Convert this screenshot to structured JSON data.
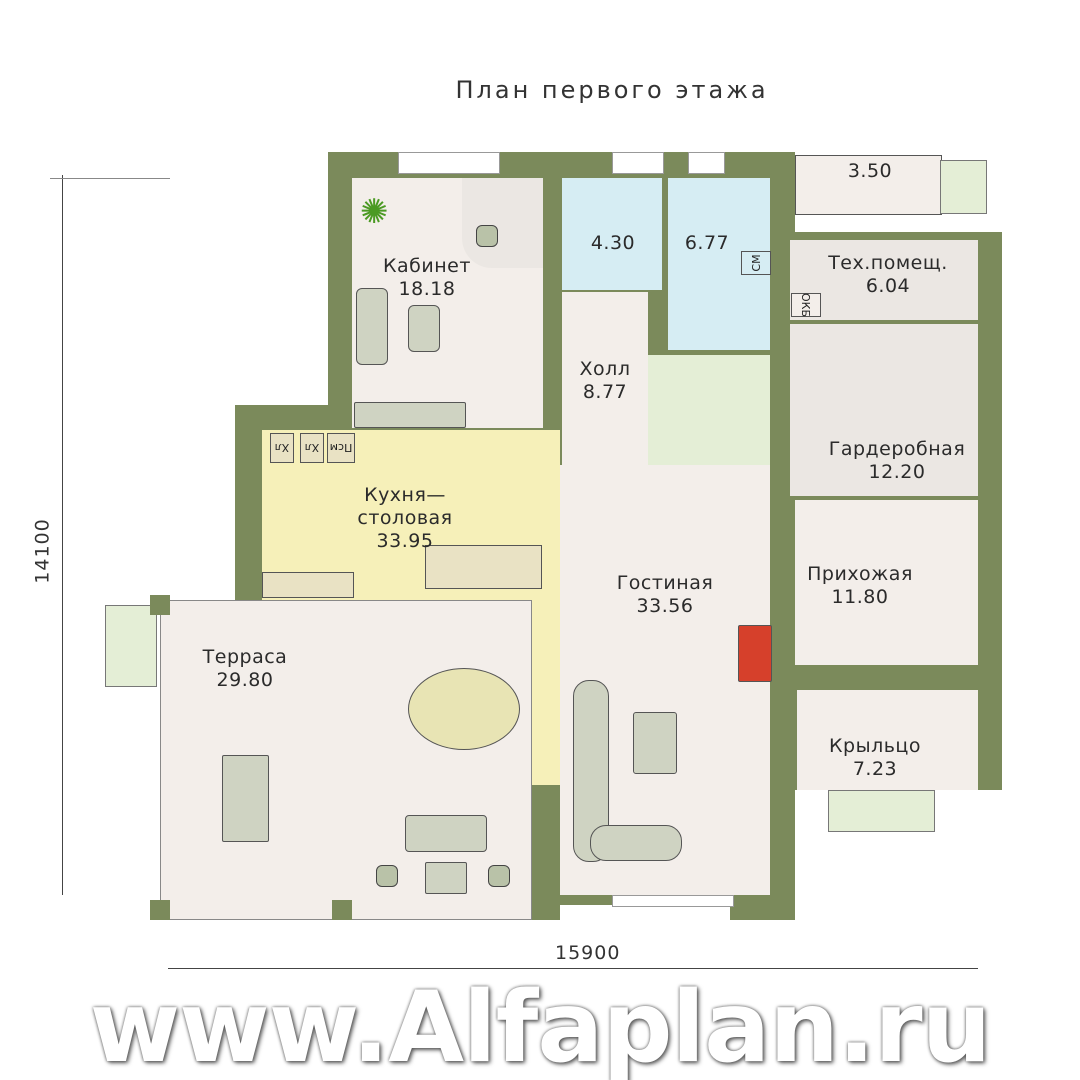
{
  "title": "План первого этажа",
  "rooms": {
    "kabinet": {
      "name": "Кабинет",
      "area": "18.18"
    },
    "bath": {
      "area": "4.30"
    },
    "room677": {
      "area": "6.77"
    },
    "porch_small": {
      "area": "3.50"
    },
    "tech": {
      "name": "Тех.помещ.",
      "area": "6.04"
    },
    "holl": {
      "name": "Холл",
      "area": "8.77"
    },
    "garderob": {
      "name": "Гардеробная",
      "area": "12.20"
    },
    "kitchen": {
      "name1": "Кухня—",
      "name2": "столовая",
      "area": "33.95"
    },
    "living": {
      "name": "Гостиная",
      "area": "33.56"
    },
    "hall_entry": {
      "name": "Прихожая",
      "area": "11.80"
    },
    "terrace": {
      "name": "Терраса",
      "area": "29.80"
    },
    "porch": {
      "name": "Крыльцо",
      "area": "7.23"
    }
  },
  "appliances": {
    "fridge1": "Хл",
    "fridge2": "Хл",
    "dishwasher": "Псм",
    "washer": "СМ",
    "boiler": "ОКБ"
  },
  "dimensions": {
    "height": "14100",
    "width": "15900"
  },
  "watermark": "www.Alfaplan.ru",
  "colors": {
    "wall": "#7b8a5b",
    "floor": "#f3eeea",
    "bath": "#d6edf3",
    "kitchen": "#f6f0b9",
    "stair": "#e4eed6"
  }
}
